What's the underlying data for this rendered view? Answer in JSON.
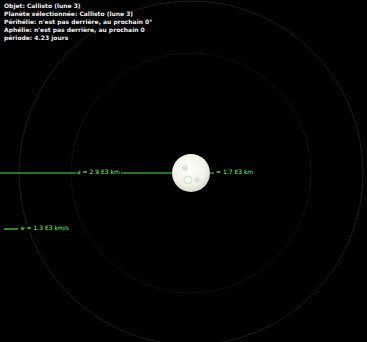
{
  "diagram": {
    "labels": [
      "Objet: Callisto (lune 3)",
      "Planète sélectionnée: Callisto (lune 3)",
      "Périhélie: n'est pas derrière, au prochain 0°",
      "Aphélie: n'est pas derrière, au prochain 0",
      "période: 4.23 jours",
      "a = 2.9 E3 km",
      "= 1.7 E3 km",
      "e = 1.3 E3 km/s"
    ]
  }
}
